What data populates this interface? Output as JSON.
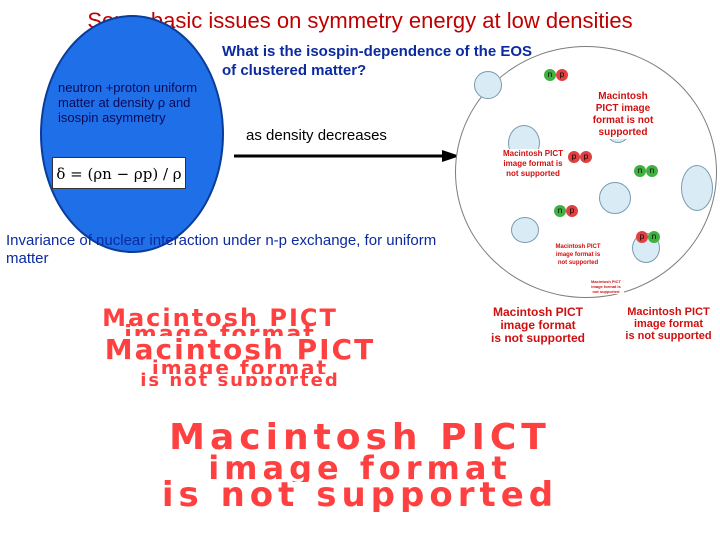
{
  "title": "Some basic issues on symmetry energy at low densities",
  "left": {
    "text": "neutron +proton uniform matter at density ρ and isospin asymmetry",
    "formula": "δ = (ρn − ρp) / ρ"
  },
  "question": "What  is the isospin-dependence of the EOS of clustered matter?",
  "density_label": "as density decreases",
  "invariance": "Invariance of nuclear interaction under n-p exchange, for uniform matter",
  "pict": {
    "line1": "Macintosh PICT",
    "line2": "image format",
    "line3": "is not supported"
  },
  "pict_small": {
    "a": "Macintosh PICT image format is not supported"
  },
  "nucleons": {
    "n": "n",
    "p": "p"
  },
  "colors": {
    "title": "#c00000",
    "left_circle": "#1f6fe8",
    "text_blue": "#0b2aa0",
    "pict_red": "#d01010",
    "big_red": "#ff4040"
  }
}
